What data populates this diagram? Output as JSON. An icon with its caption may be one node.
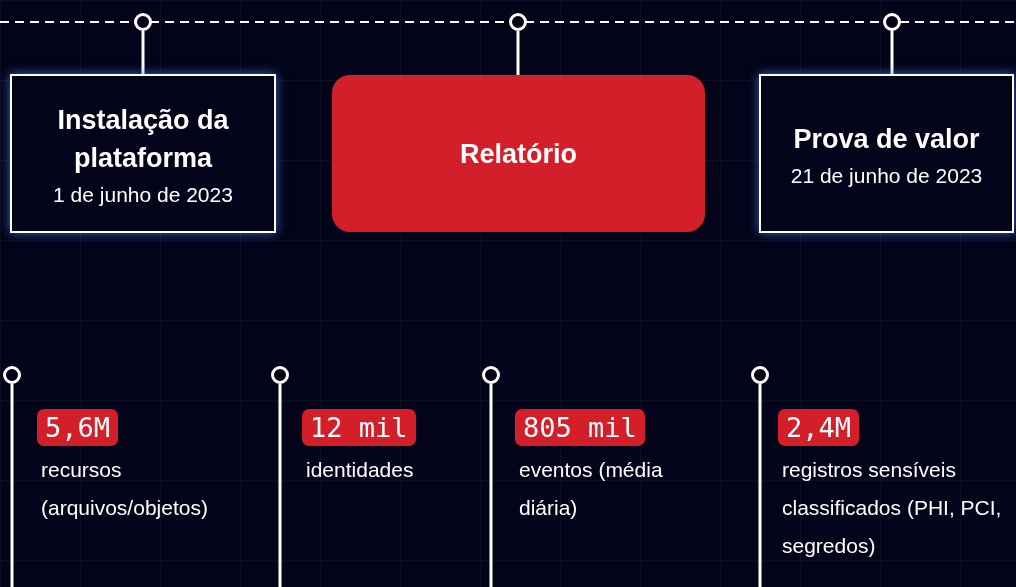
{
  "diagram": {
    "nodes": [
      {
        "text": [
          "Instalação da plataforma",
          "1 de junho de 2023"
        ]
      },
      {
        "text": [
          "Relatório"
        ]
      },
      {
        "text": [
          "Prova de valor",
          "21 de junho de 2023"
        ]
      },
      {
        "text": [],
        "shape": "circle"
      },
      {
        "text": [],
        "shape": "circle"
      },
      {
        "text": [],
        "shape": "circle"
      },
      {
        "text": [],
        "shape": "circle"
      },
      {
        "text": [],
        "shape": "circle"
      },
      {
        "text": [],
        "shape": "circle"
      },
      {
        "text": [],
        "shape": "circle"
      },
      {
        "text": [
          "5,6M"
        ],
        "beside": [
          "recursos (arquivos/objetos)"
        ]
      },
      {
        "text": [
          "12 mil"
        ],
        "beside": [
          "identidades"
        ]
      },
      {
        "text": [
          "805 mil"
        ],
        "beside": [
          "eventos (média diária)"
        ]
      },
      {
        "text": [
          "2,4M"
        ],
        "beside": [
          "registros sensíveis classificados (PHI, PCI, segredos)"
        ]
      }
    ],
    "edges": [
      {
        "from": 3,
        "to": 0,
        "arrow": "none"
      },
      {
        "from": 4,
        "to": 1,
        "arrow": "none"
      },
      {
        "from": 5,
        "to": 2,
        "arrow": "none"
      },
      {
        "from": 6,
        "to": null,
        "arrow": "none"
      },
      {
        "from": 7,
        "to": null,
        "arrow": "none"
      },
      {
        "from": 8,
        "to": null,
        "arrow": "none"
      },
      {
        "from": 9,
        "to": null,
        "arrow": "none"
      }
    ]
  }
}
